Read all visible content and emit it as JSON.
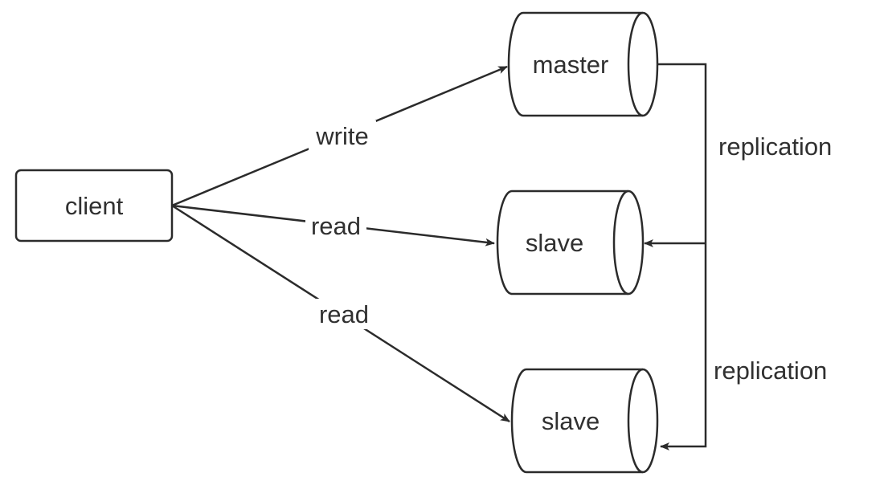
{
  "diagram": {
    "nodes": {
      "client": {
        "label": "client"
      },
      "master": {
        "label": "master"
      },
      "slave_1": {
        "label": "slave"
      },
      "slave_2": {
        "label": "slave"
      }
    },
    "edges": {
      "write": {
        "label": "write"
      },
      "read_1": {
        "label": "read"
      },
      "read_2": {
        "label": "read"
      },
      "replication_1": {
        "label": "replication"
      },
      "replication_2": {
        "label": "replication"
      }
    },
    "colors": {
      "stroke": "#2b2b2b",
      "text": "#303030",
      "background": "#ffffff"
    }
  }
}
